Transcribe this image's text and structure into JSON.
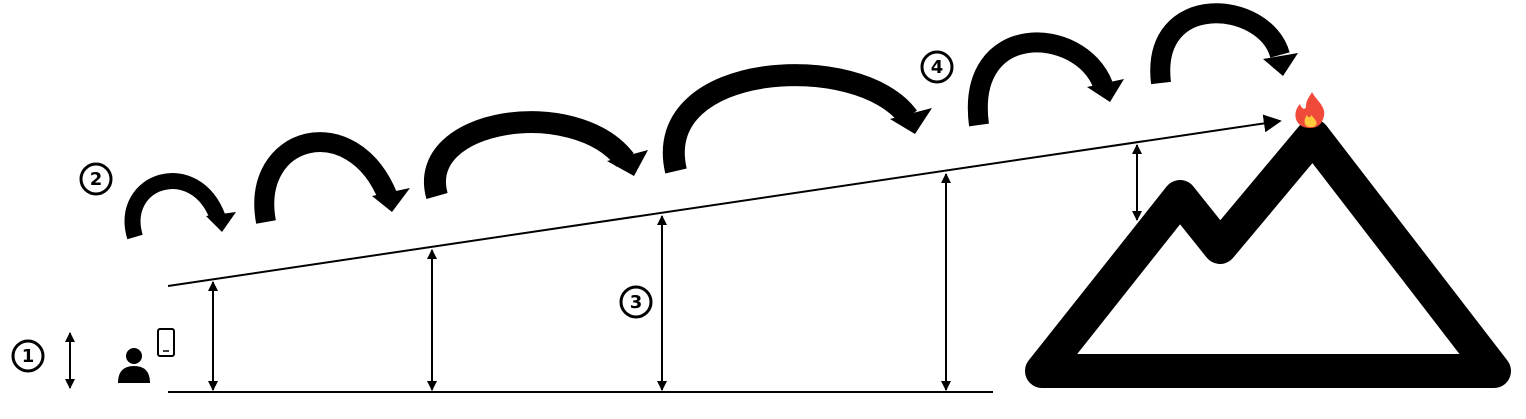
{
  "labels": {
    "step1": "1",
    "step2": "2",
    "step3": "3",
    "step4": "4"
  },
  "icons": {
    "person": "person-icon",
    "phone": "phone-icon",
    "mountain": "mountain-icon",
    "fire": "fire-icon"
  },
  "colors": {
    "ink": "#000000",
    "background": "#ffffff",
    "flame_outer": "#f04b3a",
    "flame_inner": "#ffc83d"
  }
}
